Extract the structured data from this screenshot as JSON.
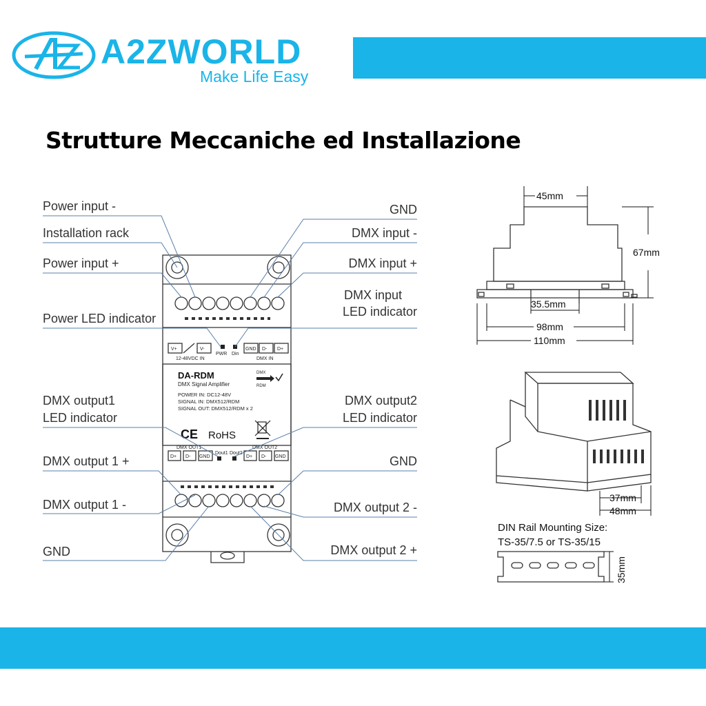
{
  "header": {
    "brand": "A2ZWORLD",
    "tagline": "Make Life Easy",
    "accent_color": "#1ab4e8"
  },
  "title": "Strutture Meccaniche ed Installazione",
  "callouts_left": [
    "Power input -",
    "Installation rack",
    "Power input +",
    "Power LED indicator",
    "DMX output1",
    "LED indicator",
    "DMX output 1 +",
    "DMX output 1 -",
    "GND"
  ],
  "callouts_right": [
    "GND",
    "DMX input -",
    "DMX input +",
    "DMX input",
    "LED indicator",
    "DMX output2",
    "LED indicator",
    "GND",
    "DMX output 2 -",
    "DMX output 2 +"
  ],
  "device": {
    "model": "DA-RDM",
    "subtitle": "DMX Signal Amplifier",
    "power_in": "POWER IN: DC12-48V",
    "signal_in": "SIGNAL IN: DMX512/RDM",
    "signal_out": "SIGNAL OUT: DMX512/RDM x 2",
    "top_terminals": [
      "V+",
      "V-",
      "GND",
      "D-",
      "D+"
    ],
    "vin_label": "12-48VDC IN",
    "pwr_label": "PWR",
    "din_label": "Din",
    "dmx_in_label": "DMX IN",
    "dmx_logo_top": "DMX",
    "dmx_logo_bottom": "RDM",
    "ce_mark": "CE",
    "rohs": "RoHS",
    "out1_label": "DMX OUT1",
    "out2_label": "DMX OUT2",
    "dout1": "Dout1",
    "dout2": "Dout2",
    "bottom_terminals": [
      "D+",
      "D-",
      "GND",
      "D+",
      "D-",
      "GND"
    ]
  },
  "dimensions": {
    "w45": "45mm",
    "h67": "67mm",
    "w35_5": "35.5mm",
    "w98": "98mm",
    "w110": "110mm",
    "w37": "37mm",
    "w48": "48mm",
    "rail_h": "35mm",
    "din_title": "DIN Rail Mounting Size:",
    "din_spec": "TS-35/7.5 or TS-35/15"
  }
}
